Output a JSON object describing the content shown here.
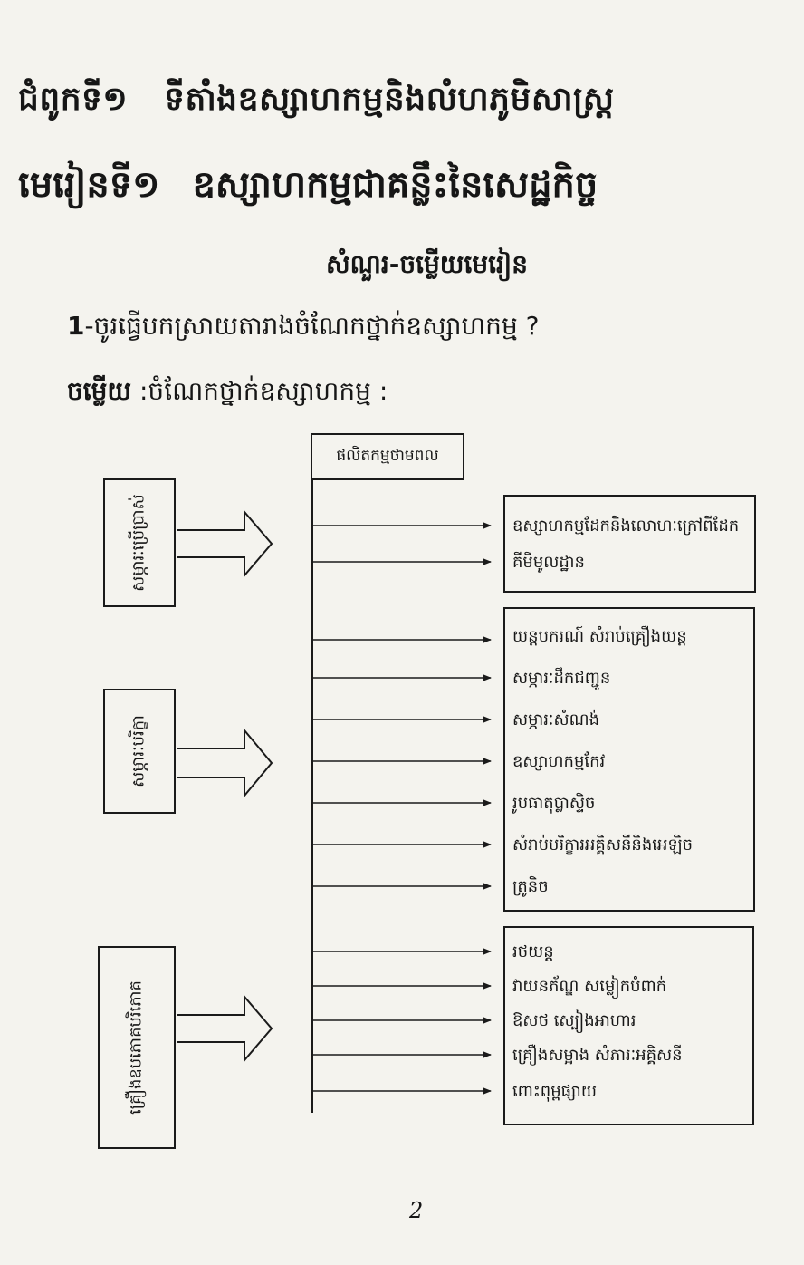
{
  "header": {
    "chapter_label": "ជំពូកទី១",
    "chapter_title": "ទីតាំងឧស្សាហកម្មនិងលំហភូមិសាស្ត្រ",
    "lesson_label": "មេរៀនទី១",
    "lesson_title": "ឧស្សាហកម្មជាគន្លឹះនៃសេដ្ឋកិច្ច",
    "subtitle": "សំណួរ-ចម្លើយមេរៀន"
  },
  "question": {
    "number": "1",
    "text": "-ចូរធ្វើបកស្រាយតារាងចំណែកថ្នាក់ឧស្សាហកម្ម ?"
  },
  "answer": {
    "label": "ចម្លើយ",
    "text": " :ចំណែកថ្នាក់ឧស្សាហកម្ម :"
  },
  "diagram": {
    "top_box": "ផលិតកម្មថាមពល",
    "categories": [
      "សម្ភារៈប្រើប្រាស់",
      "សម្ភារៈបរិក្ខា",
      "គ្រឿងឧបភោគបរិភោគ"
    ],
    "groups": [
      {
        "items": [
          "ឧស្សាហកម្មដែកនិងលោហៈក្រៅពីដែក",
          "គីមីមូលដ្ឋាន"
        ]
      },
      {
        "items": [
          "យន្តបករណ៍ សំរាប់គ្រឿងយន្ត",
          "សម្ភារៈដឹកជញ្ជូន",
          "សម្ភារៈសំណង់",
          "ឧស្សាហកម្មកែវ",
          "រូបធាតុប្លាស្ទិច",
          "សំរាប់បរិក្ខារអគ្គិសនីនិងអេឡិច",
          "ត្រូនិច"
        ]
      },
      {
        "items": [
          "រថយន្ត",
          "វាយនភ័ណ្ឌ សម្លៀកបំពាក់",
          "ឱសថ ស្បៀងអាហារ",
          "គ្រឿងសម្អាង សំភារៈអគ្គិសនី",
          "ពោះពុម្ពផ្សាយ"
        ]
      }
    ]
  },
  "page_number": "2"
}
